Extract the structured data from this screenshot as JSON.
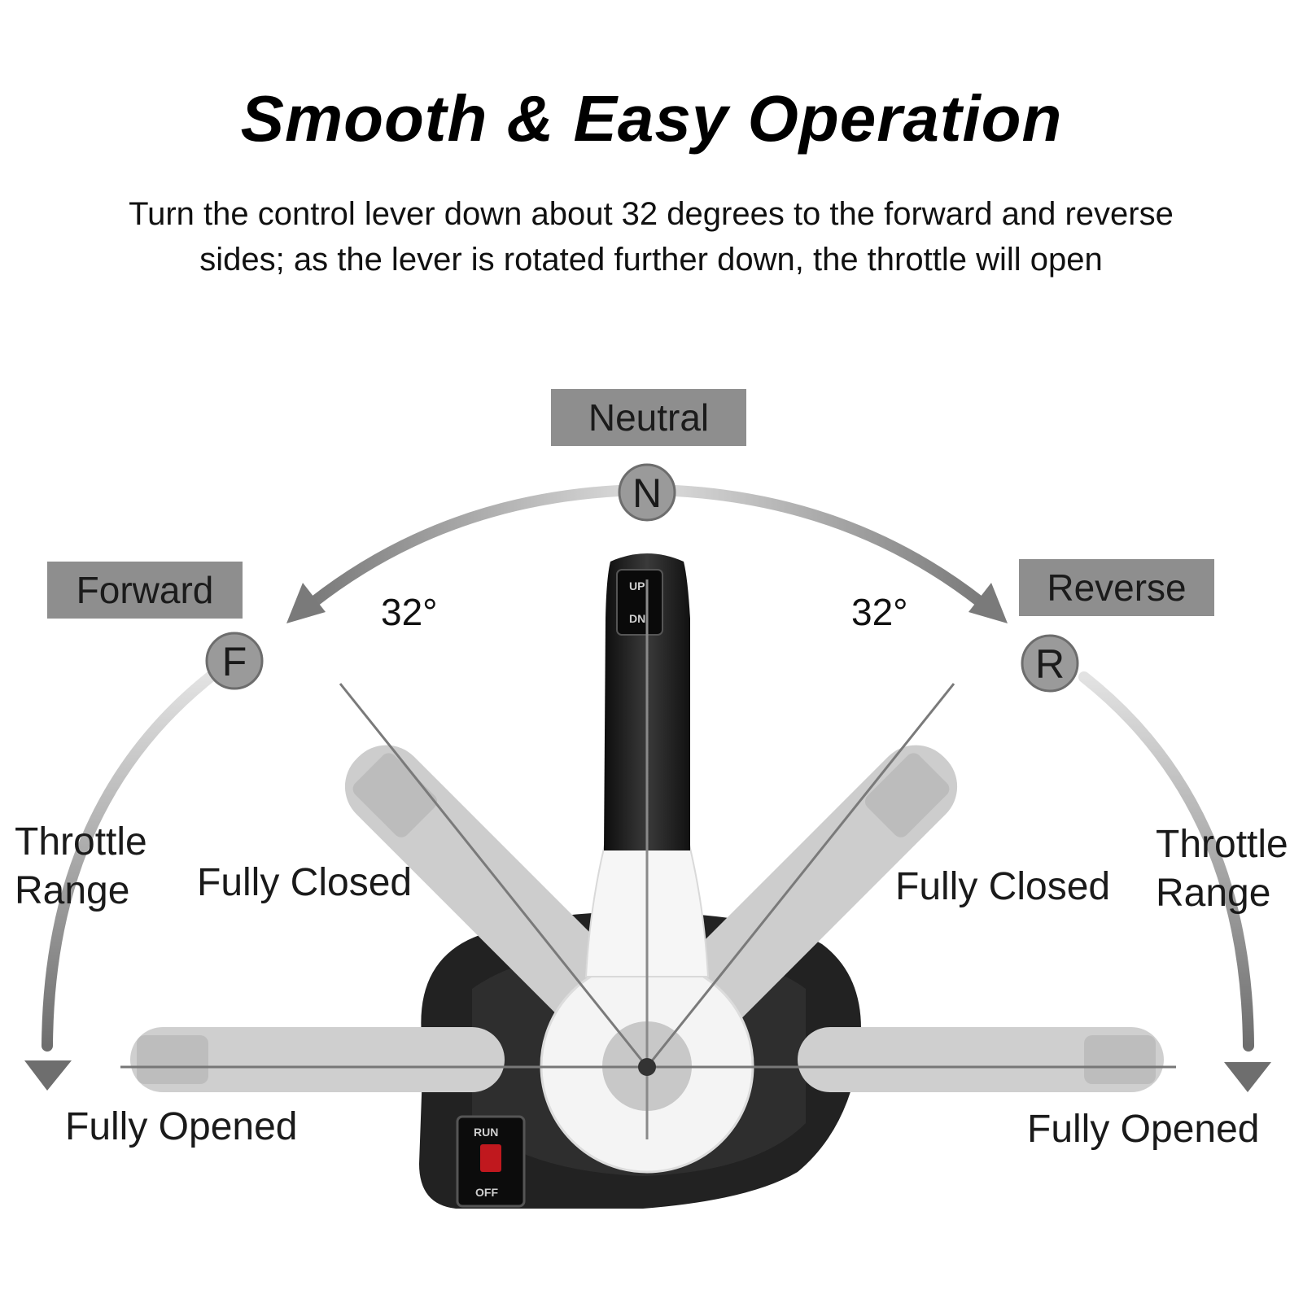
{
  "title": "Smooth & Easy Operation",
  "subtitle_line1": "Turn the control lever down about 32 degrees to the forward and reverse",
  "subtitle_line2": "sides; as the lever is rotated further down, the throttle will open",
  "tags": {
    "neutral": "Neutral",
    "forward": "Forward",
    "reverse": "Reverse"
  },
  "positions": {
    "neutral": "N",
    "forward": "F",
    "reverse": "R"
  },
  "angles": {
    "left": "32°",
    "right": "32°"
  },
  "left": {
    "throttle_line1": "Throttle",
    "throttle_line2": "Range",
    "fully_closed": "Fully Closed",
    "fully_opened": "Fully Opened"
  },
  "right": {
    "throttle_line1": "Throttle",
    "throttle_line2": "Range",
    "fully_closed": "Fully Closed",
    "fully_opened": "Fully Opened"
  },
  "lever": {
    "up_label": "UP",
    "dn_label": "DN",
    "run_label": "RUN",
    "off_label": "OFF"
  },
  "colors": {
    "arc_gray": "#8a8a8a",
    "tag_bg": "#8e8e8e",
    "lever_black": "#1e1e1e",
    "ghost_gray": "#c9c9c9",
    "switch_red": "#c0181e"
  }
}
